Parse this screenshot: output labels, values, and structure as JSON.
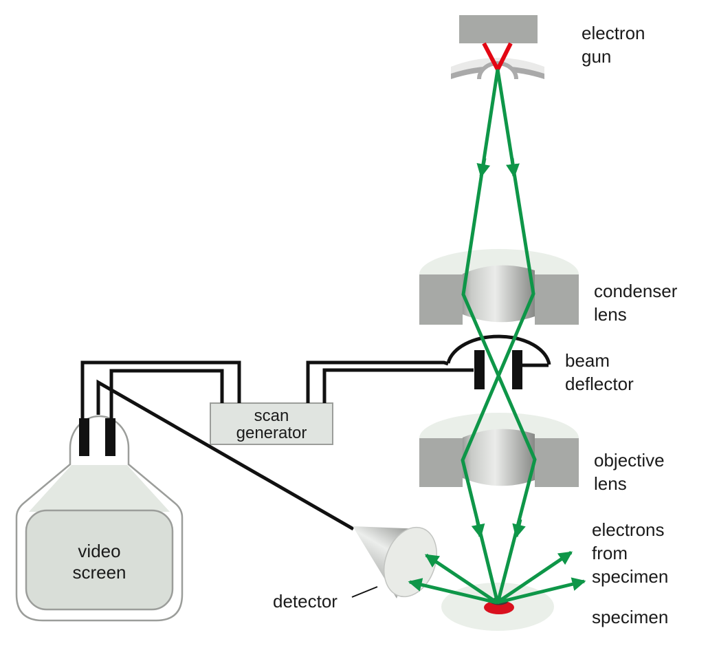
{
  "labels": {
    "electron_gun": [
      "electron",
      "gun"
    ],
    "condenser_lens": [
      "condenser",
      "lens"
    ],
    "beam_deflector": [
      "beam",
      "deflector"
    ],
    "objective_lens": [
      "objective",
      "lens"
    ],
    "electrons_from_specimen": [
      "electrons",
      "from",
      "specimen"
    ],
    "specimen": [
      "specimen"
    ],
    "detector": [
      "detector"
    ],
    "scan_generator": [
      "scan",
      "generator"
    ],
    "video_screen": [
      "video",
      "screen"
    ]
  },
  "colors": {
    "beam_green": "#0e9648",
    "filament_red": "#e30613",
    "specimen_red": "#d9101e",
    "impact_dark": "#3a3a39",
    "metal_gray": "#a7a9a6",
    "light_face": "#eaefe9",
    "outline_gray": "#9b9d9a",
    "wire_black": "#111111",
    "box_fill": "#e0e4e0",
    "screen_fill": "#d9ded8",
    "funnel_fill": "#e3e8e2",
    "detector_face": "#e9ebe7",
    "text_ink": "#1a1a1a"
  }
}
